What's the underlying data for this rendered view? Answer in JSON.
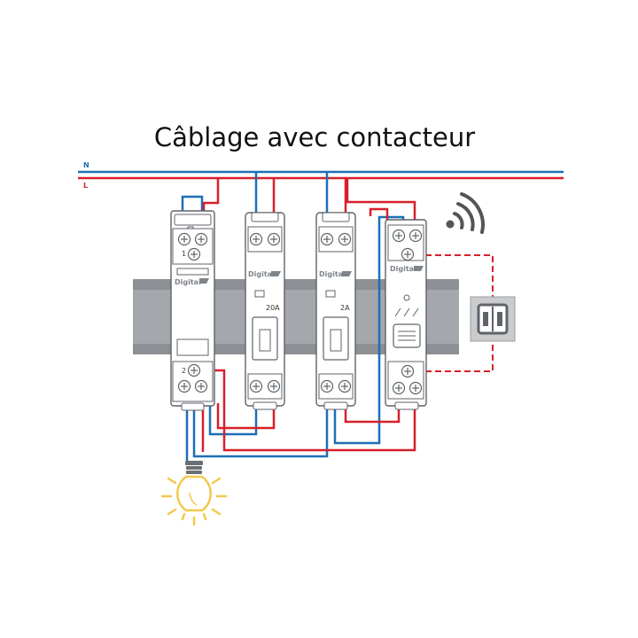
{
  "title": "Câblage avec contacteur",
  "lines": {
    "neutral": "N",
    "phase": "L"
  },
  "colors": {
    "neutral": "#1e6fb5",
    "phase": "#d7202a",
    "rail": "#a4a7ab",
    "module_body": "#ffffff",
    "module_stroke": "#5f6368",
    "brand_text": "#7f8489",
    "lamp": "#f2c94c",
    "signal": "#555555"
  },
  "contactor": {
    "brand": "Digital",
    "terminal_1": "1",
    "terminal_2": "2"
  },
  "breaker_main": {
    "brand": "Digital",
    "rating": "20A"
  },
  "breaker_small": {
    "brand": "Digital",
    "rating": "2A"
  },
  "receiver": {
    "brand": "Digital"
  },
  "icons": [
    "wireless-signal-icon",
    "light-bulb-icon",
    "push-button-switch-icon"
  ]
}
